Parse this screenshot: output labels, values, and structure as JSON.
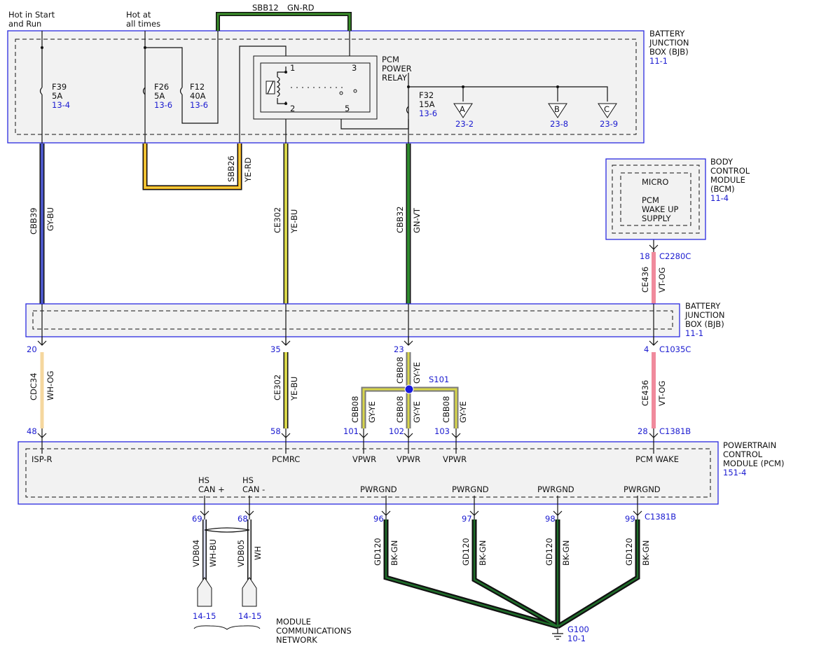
{
  "top": {
    "hot_start_run": [
      "Hot in Start",
      "and Run"
    ],
    "hot_all_times": [
      "Hot at",
      "all times"
    ],
    "sbb12": "SBB12",
    "sbb12_color": "GN-RD"
  },
  "bjb_top": {
    "name": [
      "BATTERY",
      "JUNCTION",
      "BOX (BJB)"
    ],
    "ref": "11-1",
    "fuses": [
      {
        "id": "F39",
        "amps": "5A",
        "ref": "13-4"
      },
      {
        "id": "F26",
        "amps": "5A",
        "ref": "13-6"
      },
      {
        "id": "F12",
        "amps": "40A",
        "ref": "13-6"
      },
      {
        "id": "F32",
        "amps": "15A",
        "ref": "13-6"
      }
    ],
    "relay": {
      "name": [
        "PCM",
        "POWER",
        "RELAY"
      ],
      "pins": [
        "1",
        "2",
        "3",
        "5"
      ]
    },
    "connectors": [
      {
        "letter": "A",
        "ref": "23-2"
      },
      {
        "letter": "B",
        "ref": "23-8"
      },
      {
        "letter": "C",
        "ref": "23-9"
      }
    ]
  },
  "bcm": {
    "name": [
      "BODY",
      "CONTROL",
      "MODULE",
      "(BCM)"
    ],
    "ref": "11-4",
    "inner": [
      "MICRO",
      "",
      "PCM",
      "WAKE UP",
      "SUPPLY"
    ],
    "pin": "18",
    "connector": "C2280C"
  },
  "bjb_mid": {
    "name": [
      "BATTERY",
      "JUNCTION",
      "BOX (BJB)"
    ],
    "ref": "11-1",
    "pins": [
      "20",
      "35",
      "23",
      "4"
    ],
    "connector": "C1035C"
  },
  "wires_upper": [
    {
      "circuit": "CBB39",
      "color": "GY-BU"
    },
    {
      "circuit": "SBB26",
      "color": "YE-RD"
    },
    {
      "circuit": "CE302",
      "color": "YE-BU"
    },
    {
      "circuit": "CBB32",
      "color": "GN-VT"
    },
    {
      "circuit": "CE436",
      "color": "VT-OG"
    }
  ],
  "wires_lower": [
    {
      "circuit": "CDC34",
      "color": "WH-OG"
    },
    {
      "circuit": "CE302",
      "color": "YE-BU"
    },
    {
      "circuit": "CBB08",
      "color": "GY-YE"
    },
    {
      "circuit": "CBB08",
      "color": "GY-YE"
    },
    {
      "circuit": "CBB08",
      "color": "GY-YE"
    },
    {
      "circuit": "CBB08",
      "color": "GY-YE"
    },
    {
      "circuit": "CE436",
      "color": "VT-OG"
    }
  ],
  "splice": "S101",
  "pcm": {
    "name": [
      "POWERTRAIN",
      "CONTROL",
      "MODULE (PCM)"
    ],
    "ref": "151-4",
    "top_pins": [
      "48",
      "58",
      "101",
      "102",
      "103",
      "28"
    ],
    "top_connector": "C1381B",
    "top_labels": [
      "ISP-R",
      "PCMRC",
      "VPWR",
      "VPWR",
      "VPWR",
      "PCM WAKE"
    ],
    "can_labels": [
      [
        "HS",
        "CAN +"
      ],
      [
        "HS",
        "CAN -"
      ]
    ],
    "gnd_labels": [
      "PWRGND",
      "PWRGND",
      "PWRGND",
      "PWRGND"
    ],
    "bottom_pins": [
      "69",
      "68",
      "96",
      "97",
      "98",
      "99"
    ],
    "bottom_connector": "C1381B"
  },
  "can_wires": [
    {
      "circuit": "VDB04",
      "color": "WH-BU",
      "ref": "14-15"
    },
    {
      "circuit": "VDB05",
      "color": "WH",
      "ref": "14-15"
    }
  ],
  "network": [
    "MODULE",
    "COMMUNICATIONS",
    "NETWORK"
  ],
  "gnd_wire": {
    "circuit": "GD120",
    "color": "BK-GN"
  },
  "ground": {
    "id": "G100",
    "ref": "10-1"
  },
  "colors": {
    "box_border": "#2a2ae0",
    "ref_blue": "#1a1ad0",
    "gy_bu": "#4b57c8",
    "ye": "#d8d64a",
    "gn": "#2f8a2f",
    "vt_og": "#f08a9c",
    "wh_og": "#f5d79e",
    "bk_gn": "#1d3a1d"
  }
}
